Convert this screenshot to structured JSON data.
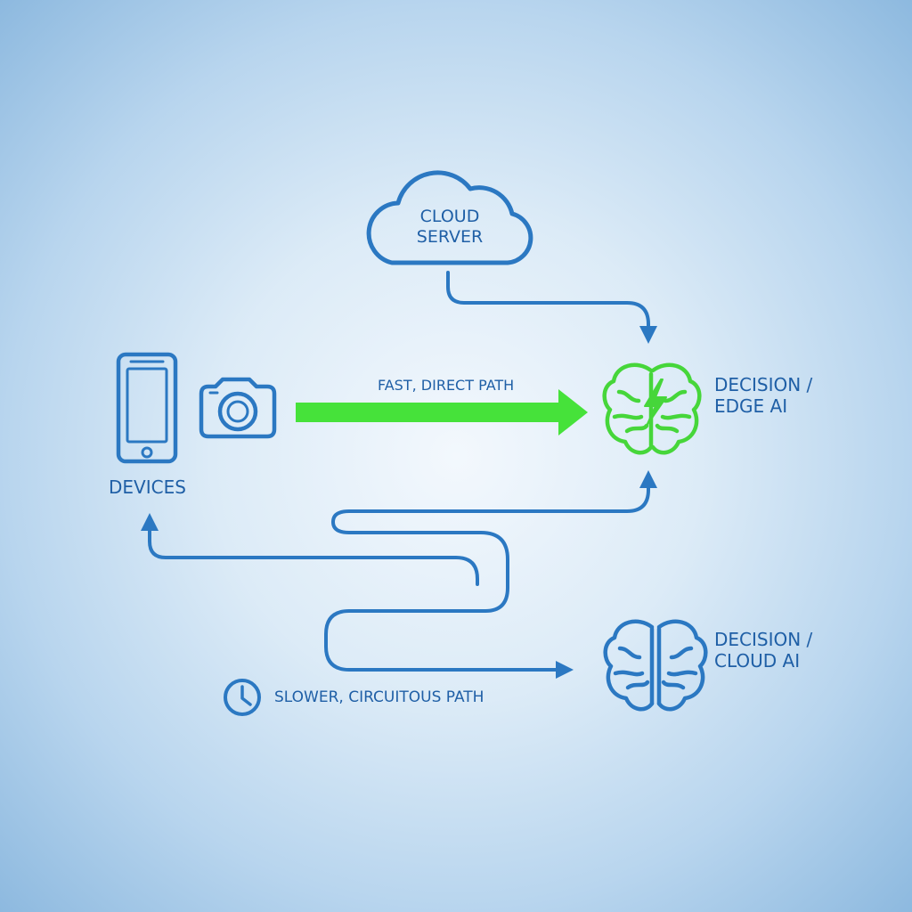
{
  "nodes": {
    "cloud_server": {
      "line1": "CLOUD",
      "line2": "SERVER"
    },
    "devices": {
      "label": "DEVICES"
    },
    "edge_ai": {
      "line1": "DECISION /",
      "line2": "EDGE AI"
    },
    "cloud_ai": {
      "line1": "DECISION /",
      "line2": "CLOUD AI"
    }
  },
  "paths": {
    "fast": {
      "label": "FAST, DIRECT PATH"
    },
    "slow": {
      "label": "SLOWER, CIRCUITOUS PATH"
    }
  },
  "icons": {
    "cloud": "cloud-icon",
    "phone": "smartphone-icon",
    "camera": "camera-icon",
    "edge_brain": "brain-lightning-icon",
    "cloud_brain": "brain-icon",
    "clock": "clock-icon"
  },
  "colors": {
    "line_blue": "#2b78c2",
    "text_blue": "#1f5fa6",
    "accent_green": "#46e23a",
    "background": "#dcebf7"
  }
}
